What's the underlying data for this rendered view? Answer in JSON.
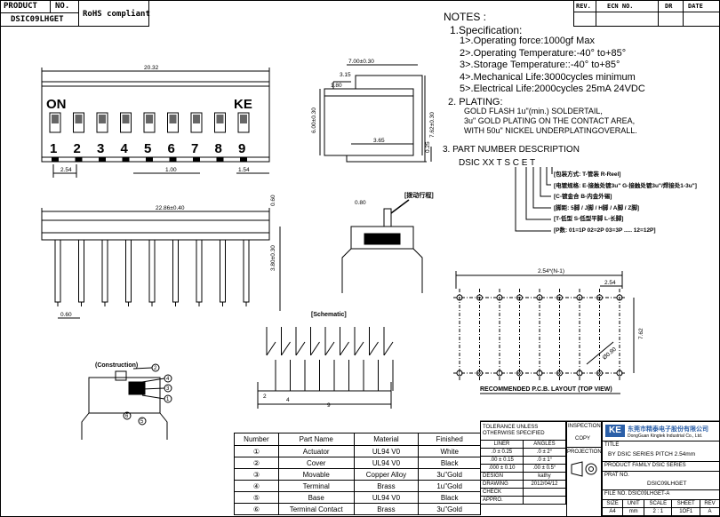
{
  "header": {
    "product_label": "PRODUCT",
    "no_label": "NO.",
    "product_code": "DSIC09LHGET",
    "rohs": "RoHS compliant"
  },
  "revision": {
    "rev": "REV.",
    "ecn": "ECN NO.",
    "dr": "DR",
    "date": "DATE"
  },
  "notes": {
    "title": "NOTES :",
    "spec_title": "1.Specification:",
    "specs": [
      "1>.Operating force:1000gf Max",
      "2>.Operating Temperature:-40° to+85°",
      "3>.Storage Temperature::-40° to+85°",
      "4>.Mechanical Life:3000cycles minimum",
      "5>.Electrical Life:2000cycles 25mA 24VDC"
    ],
    "plating_title": "2. PLATING:",
    "plating": [
      "GOLD FLASH 1u\"(min.) SOLDERTAIL,",
      "3u\" GOLD PLATING  ON THE CONTACT AREA,",
      "WITH 50u\" NICKEL UNDERPLATINGOVERALL."
    ],
    "part_title": "3. PART NUMBER DESCRIPTION",
    "part_code": "DSIC XX  T  S C E T",
    "part_desc": [
      "[包装方式: T-管装  R-Reel]",
      "[电镀规格: E-接触处镀3u\" G-接触处镀3u\"/焊接处1-3u\"]",
      "[C-镀金合  B-内金外锡]",
      "[脚距: 5脚 / J脚 / H脚 / A脚 / Z脚]",
      "[T-低型 S-低型平脚 L-长脚]",
      "[P数: 01=1P 02=2P 03=3P ..... 12=12P]"
    ]
  },
  "drawing": {
    "front_label_on": "ON",
    "front_label_ke": "KE",
    "switch_numbers": [
      "1",
      "2",
      "3",
      "4",
      "5",
      "6",
      "7",
      "8",
      "9"
    ],
    "dims": {
      "overall_width": "20.32",
      "pitch": "2.54",
      "pitch2": "1.00",
      "end": "1.54",
      "side_width": "7.00±0.30",
      "side_a": "3.15",
      "side_b": "1.80",
      "side_h": "6.00±0.30",
      "side_h2": "7.62±0.30",
      "side_c": "3.65",
      "side_d": "0.25",
      "pin_len": "22.86±0.40",
      "pin_h": "0.60",
      "pin_h2": "3.80±0.30",
      "pin_w": "0.60",
      "cs_w": "0.80",
      "pcb_total": "2.54*(N-1)",
      "pcb_pitch": "2.54",
      "pcb_row": "7.62",
      "pcb_hole": "Ø0.80",
      "sch_2": "2",
      "sch_4": "4",
      "sch_9": "9"
    },
    "schematic_label": "[Schematic]",
    "construction_label": "(Construction)",
    "cs_label": "[拨动行程]",
    "pcb_label": "RECOMMENDED P.C.B. LAYOUT (TOP VIEW)"
  },
  "bom": {
    "headers": [
      "Number",
      "Part Name",
      "Material",
      "Finished"
    ],
    "rows": [
      [
        "①",
        "Actuator",
        "UL94 V0",
        "White"
      ],
      [
        "②",
        "Cover",
        "UL94 V0",
        "Black"
      ],
      [
        "③",
        "Movable",
        "Copper Alloy",
        "3u\"Gold"
      ],
      [
        "④",
        "Terminal",
        "Brass",
        "1u\"Gold"
      ],
      [
        "⑤",
        "Base",
        "UL94 V0",
        "Black"
      ],
      [
        "⑥",
        "Terminal Contact",
        "Brass",
        "3u\"Gold"
      ]
    ]
  },
  "tolerance": {
    "title": "TOLERANCE UNLESS OTHERWISE SPECIFIED",
    "liner": "LINER",
    "angles": "ANGLES",
    "rows": [
      [
        ".0   ±  0.25",
        ".0   ±   2°"
      ],
      [
        ".00 ±  0.15",
        ".0   ±   1°"
      ],
      [
        ".000 ±  0.10",
        ".00 ±  0.5°"
      ]
    ],
    "design": "DESIGN",
    "designer": "kathy",
    "date": "2012/04/12",
    "drawing": "DRAWING",
    "check": "CHECK",
    "appro": "APPRO."
  },
  "inspection": {
    "inspection": "INSPECTION",
    "copy": "COPY",
    "projection": "PROJECTION"
  },
  "titleblock": {
    "company_cn": "东莞市精泰电子股份有限公司",
    "company_en": "DongGuan Kingtek Industrial Co., Ltd.",
    "title_label": "TITLE",
    "title": "BY DSIC SERIES PITCH 2.54mm",
    "family": "PRODUCT FAMILY DSIC SERIES",
    "prat_no_label": "PRAT NO.",
    "prat_no": "DSIC09LHGET",
    "file_no": "FILE NO.   DSIC09LHGET-A",
    "size_hdr": [
      "SIZE",
      "UNIT",
      "SCALE",
      "SHEET",
      "REV"
    ],
    "size_val": [
      "A4",
      "mm",
      "2 : 1",
      "1OF1",
      "A"
    ]
  }
}
